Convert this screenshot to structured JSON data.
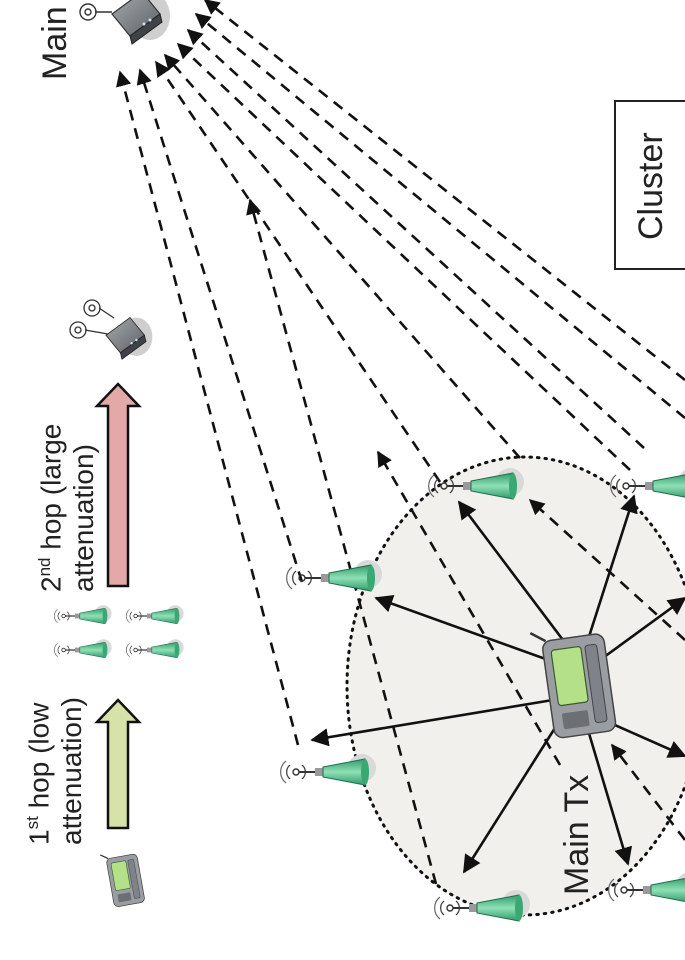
{
  "labels": {
    "main_rx": "Main",
    "main_tx": "Main Tx",
    "cluster": "Cluster",
    "hop1_ord": "1",
    "hop1_sup": "st",
    "hop1_line1_rest": " hop (low",
    "hop1_line2": "attenuation)",
    "hop2_ord": "2",
    "hop2_sup": "nd",
    "hop2_line1_rest": " hop (large",
    "hop2_line2": "attenuation)"
  },
  "legend": {
    "hop1_arrow_color": "#d6e3a8",
    "hop2_arrow_color": "#e3a9a9"
  },
  "colors": {
    "cluster_fill": "#f1f0ec",
    "relay_green": "#4cc08a",
    "device_gray": "#7f8389",
    "screen_green": "#b5e08a"
  },
  "icons": {
    "receiver": "router-icon",
    "relay": "relay-antenna-icon",
    "transmitter": "handheld-radio-icon"
  }
}
